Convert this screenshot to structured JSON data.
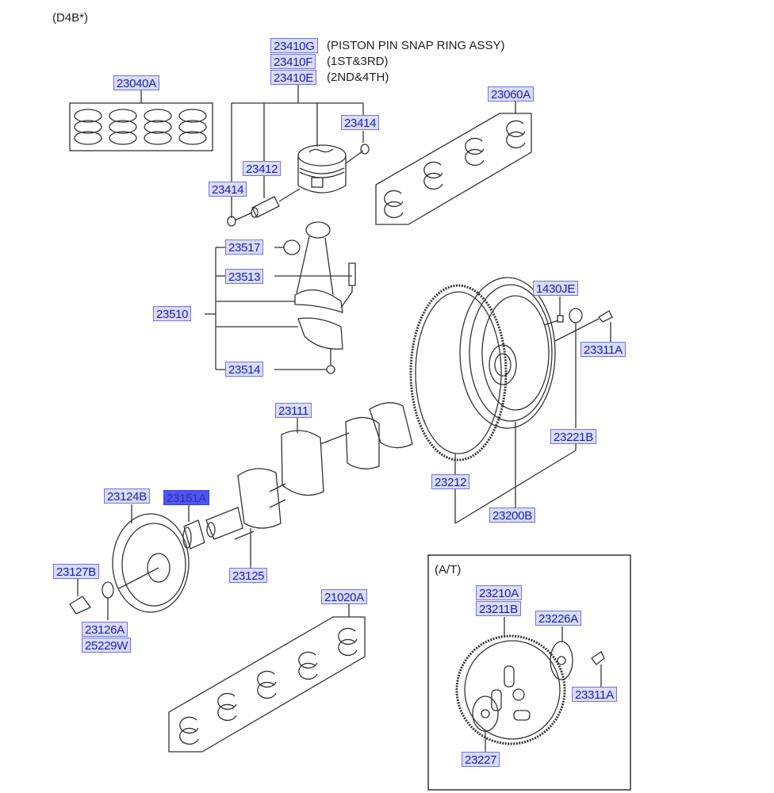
{
  "header": {
    "engine_code": "(D4B*)"
  },
  "inset": {
    "title": "(A/T)"
  },
  "colors": {
    "label_bg": "#d9dcfb",
    "label_border": "#6f74e8",
    "label_text": "#1b1fa8",
    "selected_bg": "#4f55f0",
    "line": "#333333"
  },
  "labels": {
    "p23040A": "23040A",
    "p23410G": "23410G",
    "p23410F": "23410F",
    "p23410E": "23410E",
    "p23414a": "23414",
    "p23412": "23412",
    "p23414b": "23414",
    "p23060A": "23060A",
    "p23517": "23517",
    "p23513": "23513",
    "p23510": "23510",
    "p23514": "23514",
    "p1430JE": "1430JE",
    "p23311Aa": "23311A",
    "p23111": "23111",
    "p23221B": "23221B",
    "p23212": "23212",
    "p23200B": "23200B",
    "p23124B": "23124B",
    "p23151A": "23151A",
    "p23125": "23125",
    "p23127B": "23127B",
    "p23126A": "23126A",
    "p25229W": "25229W",
    "p21020A": "21020A",
    "p23210A": "23210A",
    "p23211B": "23211B",
    "p23226A": "23226A",
    "p23311Ab": "23311A",
    "p23227": "23227"
  },
  "notes": {
    "n23410G": "(PISTON PIN SNAP RING ASSY)",
    "n23410F": "(1ST&3RD)",
    "n23410E": "(2ND&4TH)"
  },
  "selected_part": "23151A"
}
